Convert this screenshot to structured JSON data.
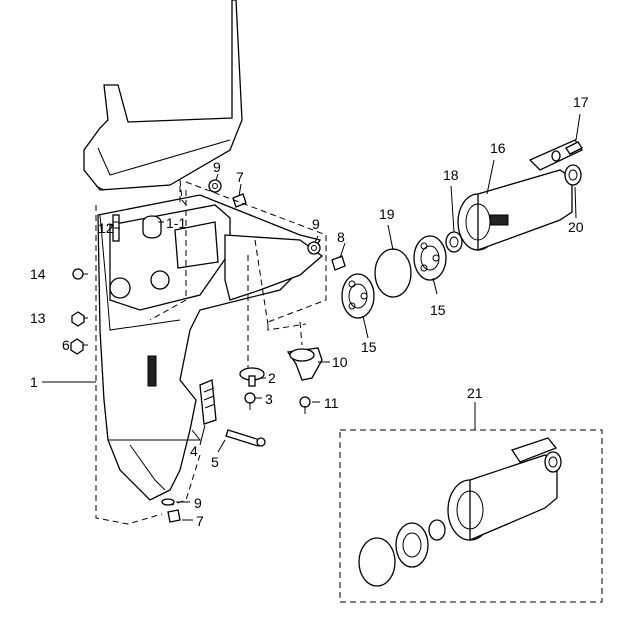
{
  "callouts": {
    "c1": "1",
    "c1_1": "1-1",
    "c2": "2",
    "c3": "3",
    "c4": "4",
    "c5": "5",
    "c6": "6",
    "c7a": "7",
    "c7b": "7",
    "c8": "8",
    "c9a": "9",
    "c9b": "9",
    "c9c": "9",
    "c10": "10",
    "c11": "11",
    "c12": "12",
    "c13": "13",
    "c14": "14",
    "c15a": "15",
    "c15b": "15",
    "c16": "16",
    "c17": "17",
    "c18": "18",
    "c19": "19",
    "c20": "20",
    "c21": "21"
  }
}
